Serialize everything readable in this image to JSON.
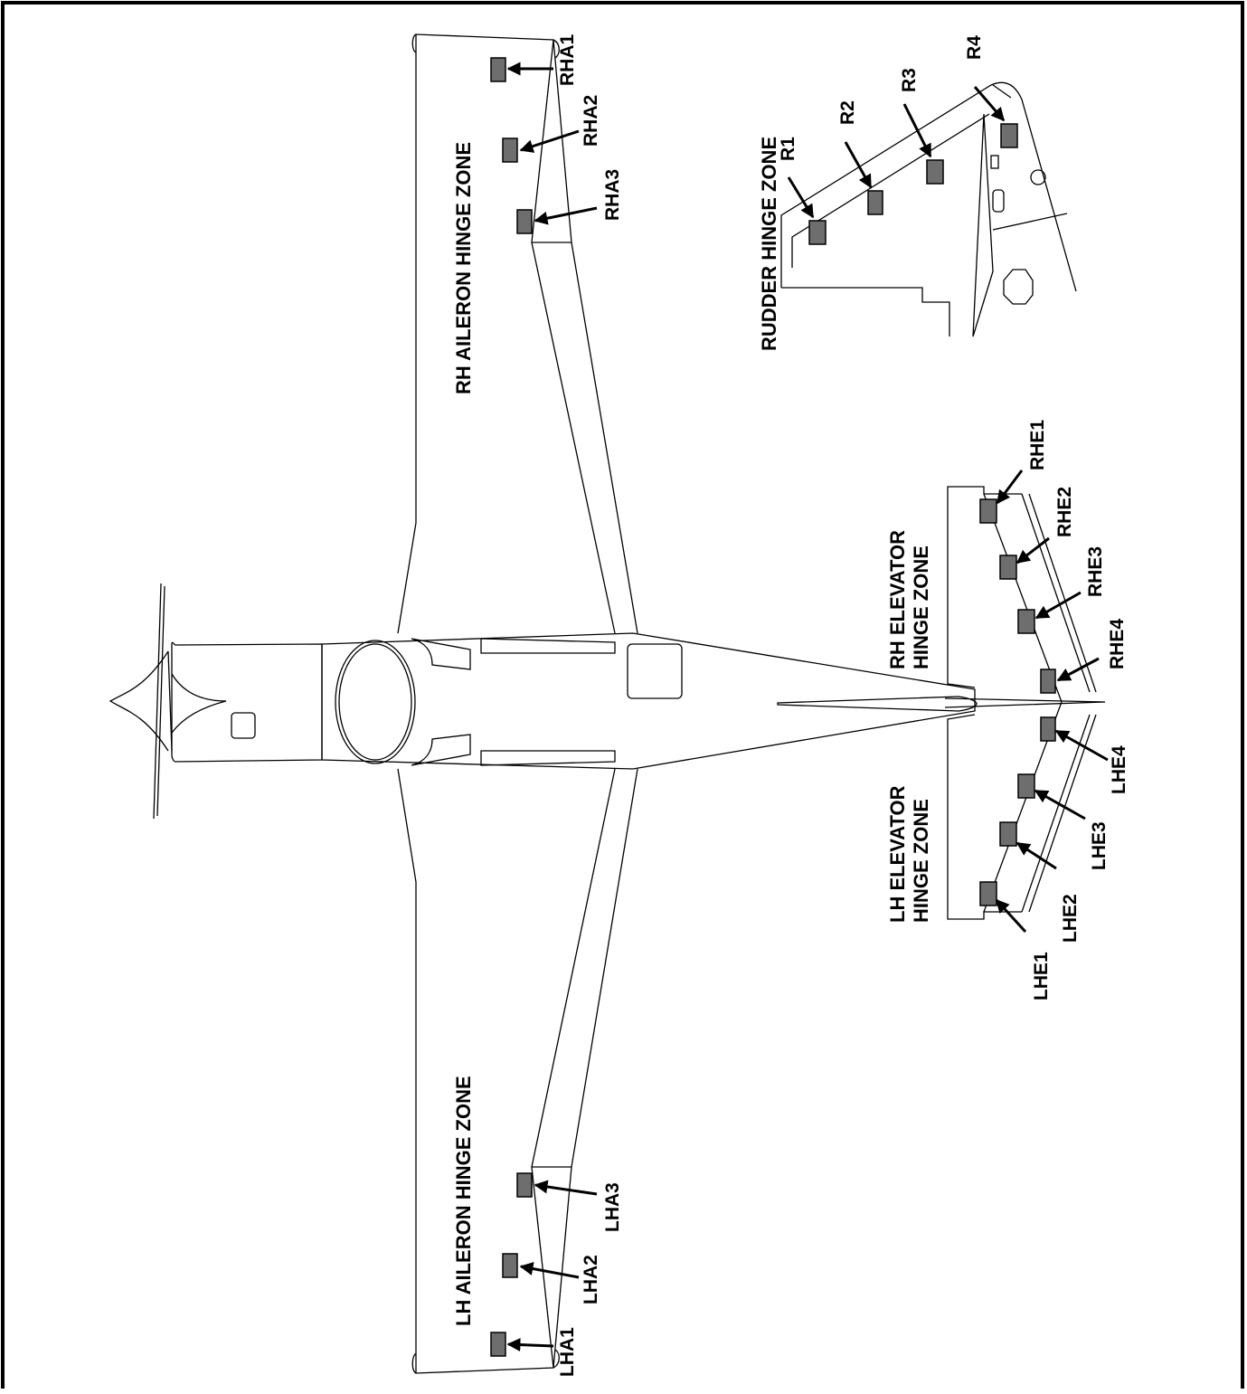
{
  "zones": {
    "rh_aileron": "RH AILERON HINGE ZONE",
    "lh_aileron": "LH AILERON HINGE ZONE",
    "rudder": "RUDDER HINGE ZONE",
    "rh_elevator_line1": "RH ELEVATOR",
    "rh_elevator_line2": "HINGE ZONE",
    "lh_elevator_line1": "LH ELEVATOR",
    "lh_elevator_line2": "HINGE ZONE"
  },
  "hinges": {
    "RHA1": "RHA1",
    "RHA2": "RHA2",
    "RHA3": "RHA3",
    "LHA1": "LHA1",
    "LHA2": "LHA2",
    "LHA3": "LHA3",
    "R1": "R1",
    "R2": "R2",
    "R3": "R3",
    "R4": "R4",
    "RHE1": "RHE1",
    "RHE2": "RHE2",
    "RHE3": "RHE3",
    "RHE4": "RHE4",
    "LHE1": "LHE1",
    "LHE2": "LHE2",
    "LHE3": "LHE3",
    "LHE4": "LHE4"
  },
  "colors": {
    "hinge_fill": "#6e6e6e",
    "line": "#000000",
    "background": "#ffffff"
  }
}
